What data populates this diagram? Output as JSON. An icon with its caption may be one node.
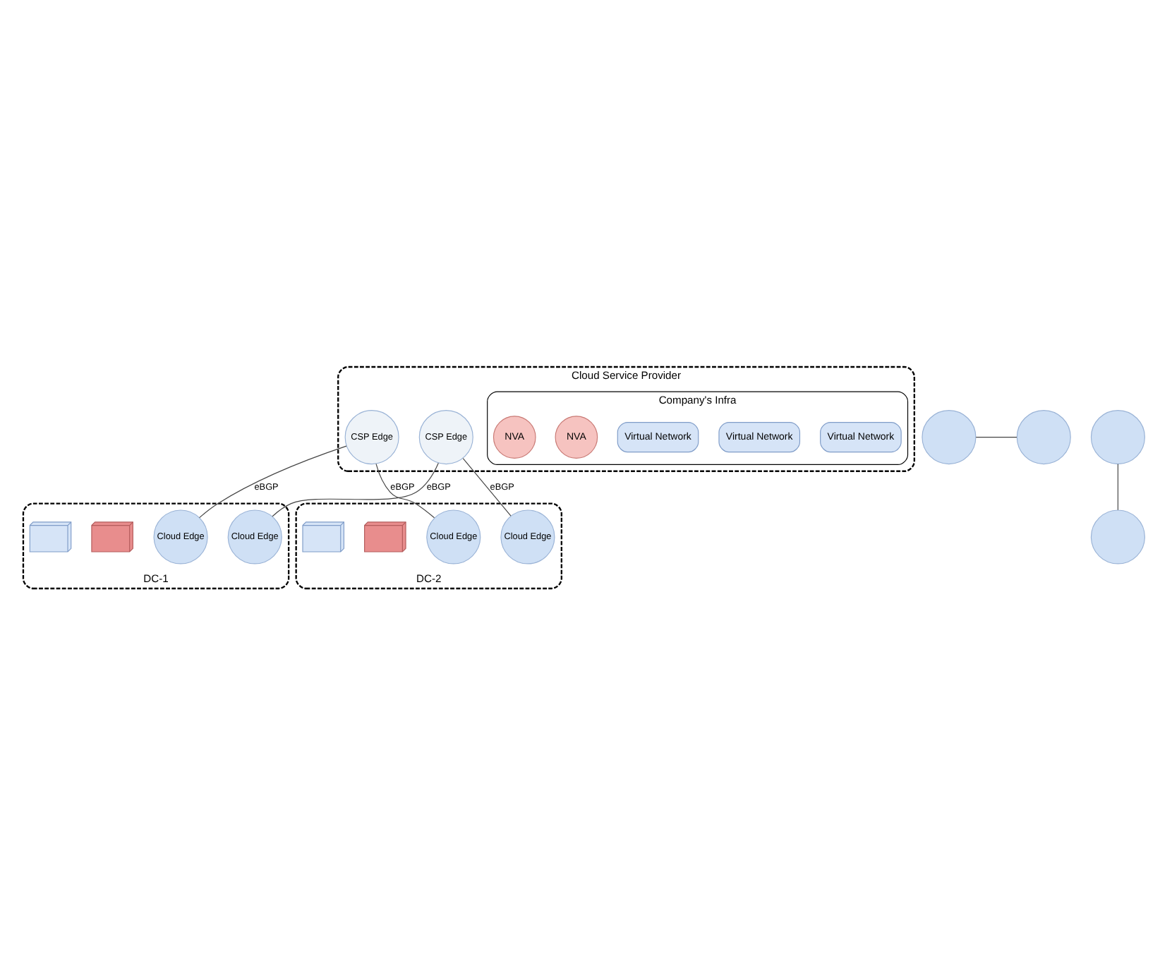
{
  "diagram": {
    "nodes": [
      {
        "text": [
          "Cloud Service Provider"
        ]
      },
      {
        "text": [
          "Company's Infra"
        ],
        "in": 0
      },
      {
        "text": [
          "Virtual Network"
        ],
        "in": 1
      },
      {
        "text": [
          "Virtual Network"
        ],
        "in": 1
      },
      {
        "text": [
          "Virtual Network"
        ],
        "in": 1
      },
      {
        "text": [
          "NVA"
        ],
        "in": 1
      },
      {
        "text": [
          "NVA"
        ],
        "in": 1
      },
      {
        "text": [
          "CSP Edge"
        ],
        "in": 0
      },
      {
        "text": [
          "CSP Edge"
        ],
        "in": 0
      },
      {
        "text": [
          "DC-1"
        ]
      },
      {
        "text": [
          "Cloud Edge"
        ],
        "in": 9
      },
      {
        "text": [
          "Cloud Edge"
        ],
        "in": 9
      },
      {
        "text": [],
        "shape": "picture",
        "in": 9
      },
      {
        "text": [],
        "shape": "picture",
        "in": 9
      },
      {
        "text": [
          "DC-2"
        ]
      },
      {
        "text": [
          "Cloud Edge"
        ],
        "in": 14
      },
      {
        "text": [
          "Cloud Edge"
        ],
        "in": 14
      },
      {
        "text": [],
        "shape": "picture",
        "in": 14
      },
      {
        "text": [],
        "shape": "picture",
        "in": 14
      },
      {
        "text": [],
        "shape": "circle"
      },
      {
        "text": [],
        "shape": "circle"
      },
      {
        "text": [],
        "shape": "circle"
      },
      {
        "text": [],
        "shape": "circle"
      }
    ],
    "edges": [
      {
        "from": 7,
        "to": 10,
        "arrow": "none",
        "label": "eBGP"
      },
      {
        "from": 8,
        "to": 11,
        "arrow": "none",
        "label": "eBGP"
      },
      {
        "from": 7,
        "to": 15,
        "arrow": "none",
        "label": "eBGP"
      },
      {
        "from": 8,
        "to": 16,
        "arrow": "none",
        "label": "eBGP"
      },
      {
        "from": 19,
        "to": 20,
        "arrow": "none"
      },
      {
        "from": 21,
        "to": 22,
        "arrow": "none"
      }
    ]
  }
}
